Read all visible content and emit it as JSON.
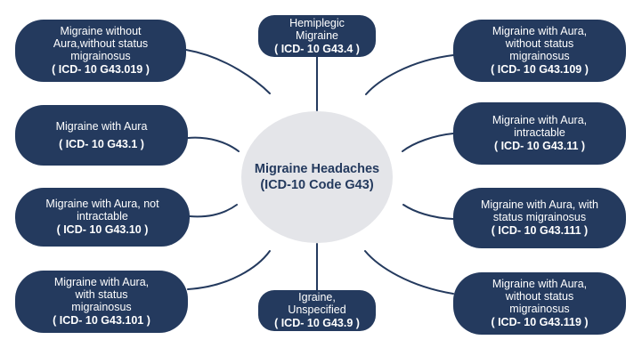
{
  "center": {
    "title_line1": "Migraine Headaches",
    "title_line2": "(ICD-10 Code G43)"
  },
  "colors": {
    "node_fill": "#243a5e",
    "node_text": "#ffffff",
    "center_fill": "#e4e5e9",
    "center_text": "#243a5e",
    "connector": "#243a5e"
  },
  "nodes": {
    "hemiplegic": {
      "label": "Hemiplegic Migraine",
      "code": "( ICD- 10 G43.4 )"
    },
    "unspecified": {
      "label": "Igraine, Unspecified",
      "code": "( ICD- 10 G43.9 )"
    },
    "left_1": {
      "label_1": "Migraine without",
      "label_2": "Aura,without status",
      "label_3": "migrainosus",
      "code": "( ICD- 10 G43.019 )"
    },
    "left_2": {
      "label_1": "Migraine with Aura",
      "code": "( ICD- 10 G43.1 )"
    },
    "left_3": {
      "label_1": "Migraine with Aura, not",
      "label_2": "intractable",
      "code": "( ICD- 10 G43.10 )"
    },
    "left_4": {
      "label_1": "Migraine with Aura,",
      "label_2": "with status",
      "label_3": "migrainosus",
      "code": "( ICD- 10 G43.101 )"
    },
    "right_1": {
      "label_1": "Migraine with Aura,",
      "label_2": "without status",
      "label_3": "migrainosus",
      "code": "( ICD- 10 G43.109 )"
    },
    "right_2": {
      "label_1": "Migraine with Aura,",
      "label_2": "intractable",
      "code": "( ICD- 10 G43.11 )"
    },
    "right_3": {
      "label_1": "Migraine with Aura, with",
      "label_2": "status migrainosus",
      "code": "( ICD- 10 G43.111 )"
    },
    "right_4": {
      "label_1": "Migraine with Aura,",
      "label_2": "without status",
      "label_3": "migrainosus",
      "code": "( ICD- 10 G43.119 )"
    }
  }
}
